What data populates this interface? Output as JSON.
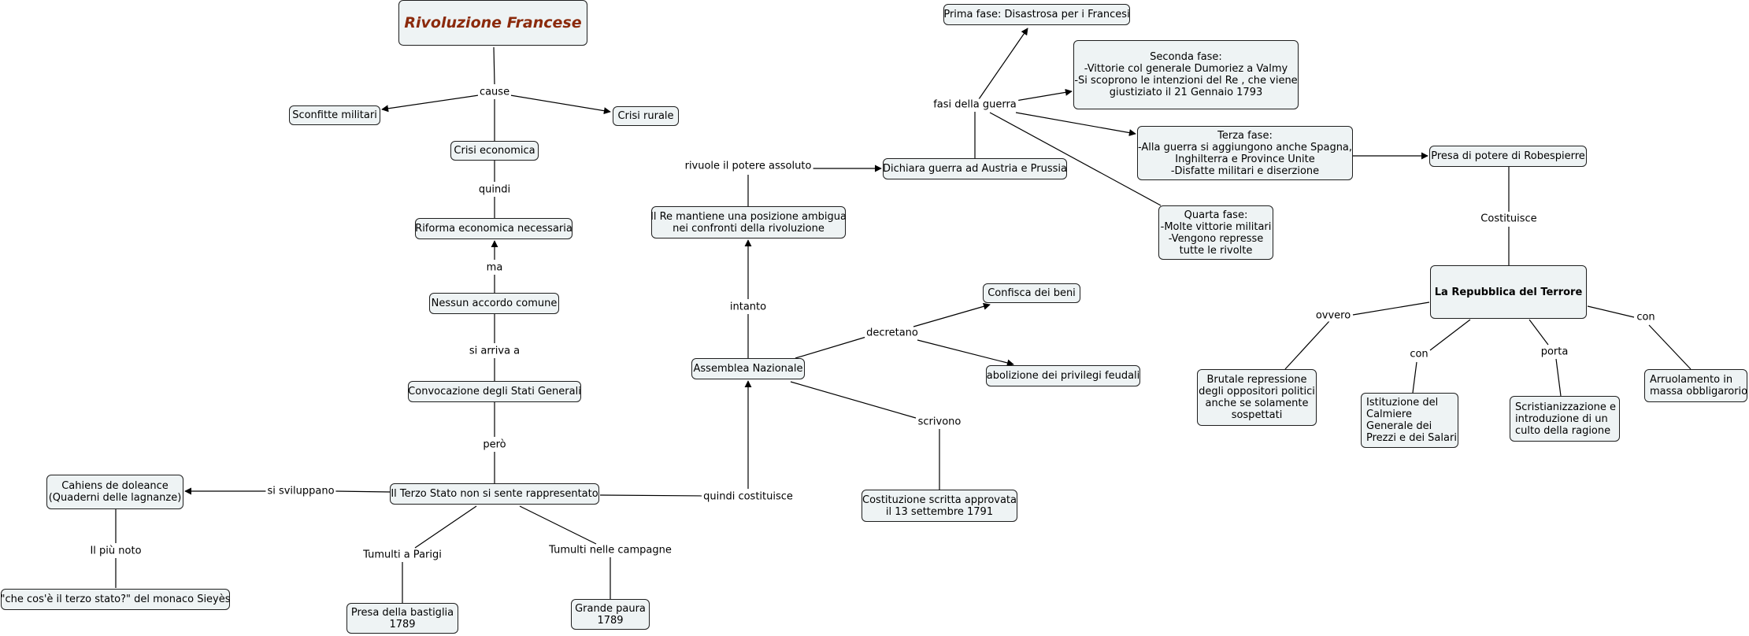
{
  "title": "Rivoluzione Francese",
  "nodes": {
    "crisi_economica": "Crisi economica",
    "sconfitte_militari": "Sconfitte militari",
    "crisi_rurale": "Crisi rurale",
    "riforma": "Riforma economica necessaria",
    "nessun_accordo": "Nessun accordo comune",
    "convocazione": "Convocazione degli Stati Generali",
    "terzo_stato": "Il Terzo Stato non si sente rappresentato",
    "cahiers": [
      "Cahiens de doleance",
      "(Quaderni delle lagnanze)"
    ],
    "sieyes": "\"che cos'è il terzo stato?\" del monaco Sieyès",
    "bastiglia": [
      "Presa della bastiglia",
      "1789"
    ],
    "grande_paura": [
      "Grande paura",
      "1789"
    ],
    "assemblea": "Assemblea Nazionale",
    "re_ambiguo": [
      "Il Re mantiene una posizione ambigua",
      "nei confronti della rivoluzione"
    ],
    "confisca": "Confisca dei beni",
    "privilegi": "abolizione dei privilegi feudali",
    "costituzione": [
      "Costituzione scritta approvata",
      "il 13 settembre 1791"
    ],
    "guerra": "Dichiara guerra ad Austria e Prussia",
    "prima_fase": "Prima fase: Disastrosa per i Francesi",
    "seconda_fase": [
      "Seconda fase:",
      "-Vittorie col generale Dumoriez a Valmy",
      "-Si scoprono le intenzioni del Re , che viene",
      "giustiziato il 21 Gennaio 1793"
    ],
    "terza_fase": [
      "Terza fase:",
      "-Alla guerra si aggiungono anche Spagna,",
      "Inghilterra e Province Unite",
      "-Disfatte militari e diserzione"
    ],
    "quarta_fase": [
      "Quarta fase:",
      "-Molte vittorie militari",
      "-Vengono represse",
      "tutte le rivolte"
    ],
    "robespierre": "Presa di potere di Robespierre",
    "terrore": "La Repubblica del Terrore",
    "repressione": [
      "Brutale repressione",
      "degli oppositori politici",
      "anche se solamente",
      "sospettati"
    ],
    "calmiere": [
      "Istituzione del",
      "Calmiere",
      "Generale dei",
      "Prezzi e dei Salari"
    ],
    "scristianizzazione": [
      "Scristianizzazione e",
      "introduzione di un",
      "culto della ragione"
    ],
    "arruolamento": [
      "Arruolamento in",
      "massa obbligarorio"
    ]
  },
  "labels": {
    "cause": "cause",
    "quindi": "quindi",
    "ma": "ma",
    "si_arriva_a": "si arriva a",
    "pero": "però",
    "si_sviluppano": "si sviluppano",
    "il_piu_noto": "Il più noto",
    "tumulti_parigi": "Tumulti a Parigi",
    "tumulti_campagne": "Tumulti nelle campagne",
    "quindi_costituisce": "quindi costituisce",
    "intanto": "intanto",
    "decretano": "decretano",
    "scrivono": "scrivono",
    "rivuole": "rivuole il potere assoluto",
    "fasi_guerra": "fasi della guerra",
    "costituisce": "Costituisce",
    "ovvero": "ovvero",
    "con_1": "con",
    "porta": "porta",
    "con_2": "con"
  }
}
